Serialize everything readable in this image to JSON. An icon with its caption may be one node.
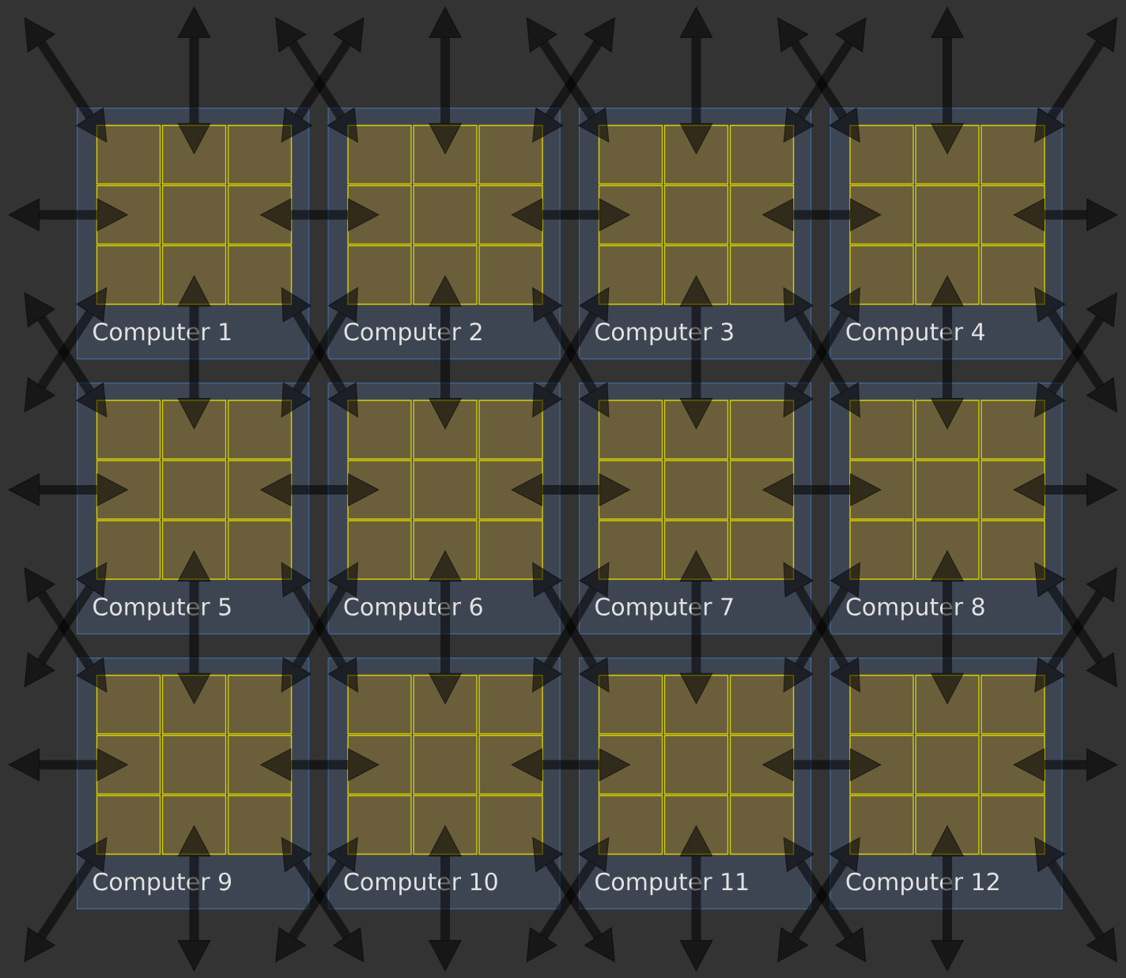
{
  "diagram": {
    "nodes": [
      {
        "text": [
          "Computer 1"
        ]
      },
      {
        "text": [],
        "shape": "box",
        "in": 0
      },
      {
        "text": [],
        "shape": "box",
        "in": 0
      },
      {
        "text": [],
        "shape": "box",
        "in": 0
      },
      {
        "text": [],
        "shape": "box",
        "in": 0
      },
      {
        "text": [],
        "shape": "box",
        "in": 0
      },
      {
        "text": [],
        "shape": "box",
        "in": 0
      },
      {
        "text": [],
        "shape": "box",
        "in": 0
      },
      {
        "text": [],
        "shape": "box",
        "in": 0
      },
      {
        "text": [],
        "shape": "box",
        "in": 0
      },
      {
        "text": [
          "Computer 2"
        ]
      },
      {
        "text": [],
        "shape": "box",
        "in": 10
      },
      {
        "text": [],
        "shape": "box",
        "in": 10
      },
      {
        "text": [],
        "shape": "box",
        "in": 10
      },
      {
        "text": [],
        "shape": "box",
        "in": 10
      },
      {
        "text": [],
        "shape": "box",
        "in": 10
      },
      {
        "text": [],
        "shape": "box",
        "in": 10
      },
      {
        "text": [],
        "shape": "box",
        "in": 10
      },
      {
        "text": [],
        "shape": "box",
        "in": 10
      },
      {
        "text": [],
        "shape": "box",
        "in": 10
      },
      {
        "text": [
          "Computer 3"
        ]
      },
      {
        "text": [],
        "shape": "box",
        "in": 20
      },
      {
        "text": [],
        "shape": "box",
        "in": 20
      },
      {
        "text": [],
        "shape": "box",
        "in": 20
      },
      {
        "text": [],
        "shape": "box",
        "in": 20
      },
      {
        "text": [],
        "shape": "box",
        "in": 20
      },
      {
        "text": [],
        "shape": "box",
        "in": 20
      },
      {
        "text": [],
        "shape": "box",
        "in": 20
      },
      {
        "text": [],
        "shape": "box",
        "in": 20
      },
      {
        "text": [],
        "shape": "box",
        "in": 20
      },
      {
        "text": [
          "Computer 4"
        ]
      },
      {
        "text": [],
        "shape": "box",
        "in": 30
      },
      {
        "text": [],
        "shape": "box",
        "in": 30
      },
      {
        "text": [],
        "shape": "box",
        "in": 30
      },
      {
        "text": [],
        "shape": "box",
        "in": 30
      },
      {
        "text": [],
        "shape": "box",
        "in": 30
      },
      {
        "text": [],
        "shape": "box",
        "in": 30
      },
      {
        "text": [],
        "shape": "box",
        "in": 30
      },
      {
        "text": [],
        "shape": "box",
        "in": 30
      },
      {
        "text": [],
        "shape": "box",
        "in": 30
      },
      {
        "text": [
          "Computer 5"
        ]
      },
      {
        "text": [],
        "shape": "box",
        "in": 40
      },
      {
        "text": [],
        "shape": "box",
        "in": 40
      },
      {
        "text": [],
        "shape": "box",
        "in": 40
      },
      {
        "text": [],
        "shape": "box",
        "in": 40
      },
      {
        "text": [],
        "shape": "box",
        "in": 40
      },
      {
        "text": [],
        "shape": "box",
        "in": 40
      },
      {
        "text": [],
        "shape": "box",
        "in": 40
      },
      {
        "text": [],
        "shape": "box",
        "in": 40
      },
      {
        "text": [],
        "shape": "box",
        "in": 40
      },
      {
        "text": [
          "Computer 6"
        ]
      },
      {
        "text": [],
        "shape": "box",
        "in": 50
      },
      {
        "text": [],
        "shape": "box",
        "in": 50
      },
      {
        "text": [],
        "shape": "box",
        "in": 50
      },
      {
        "text": [],
        "shape": "box",
        "in": 50
      },
      {
        "text": [],
        "shape": "box",
        "in": 50
      },
      {
        "text": [],
        "shape": "box",
        "in": 50
      },
      {
        "text": [],
        "shape": "box",
        "in": 50
      },
      {
        "text": [],
        "shape": "box",
        "in": 50
      },
      {
        "text": [],
        "shape": "box",
        "in": 50
      },
      {
        "text": [
          "Computer 7"
        ]
      },
      {
        "text": [],
        "shape": "box",
        "in": 60
      },
      {
        "text": [],
        "shape": "box",
        "in": 60
      },
      {
        "text": [],
        "shape": "box",
        "in": 60
      },
      {
        "text": [],
        "shape": "box",
        "in": 60
      },
      {
        "text": [],
        "shape": "box",
        "in": 60
      },
      {
        "text": [],
        "shape": "box",
        "in": 60
      },
      {
        "text": [],
        "shape": "box",
        "in": 60
      },
      {
        "text": [],
        "shape": "box",
        "in": 60
      },
      {
        "text": [],
        "shape": "box",
        "in": 60
      },
      {
        "text": [
          "Computer 8"
        ]
      },
      {
        "text": [],
        "shape": "box",
        "in": 70
      },
      {
        "text": [],
        "shape": "box",
        "in": 70
      },
      {
        "text": [],
        "shape": "box",
        "in": 70
      },
      {
        "text": [],
        "shape": "box",
        "in": 70
      },
      {
        "text": [],
        "shape": "box",
        "in": 70
      },
      {
        "text": [],
        "shape": "box",
        "in": 70
      },
      {
        "text": [],
        "shape": "box",
        "in": 70
      },
      {
        "text": [],
        "shape": "box",
        "in": 70
      },
      {
        "text": [],
        "shape": "box",
        "in": 70
      },
      {
        "text": [
          "Computer 9"
        ]
      },
      {
        "text": [],
        "shape": "box",
        "in": 80
      },
      {
        "text": [],
        "shape": "box",
        "in": 80
      },
      {
        "text": [],
        "shape": "box",
        "in": 80
      },
      {
        "text": [],
        "shape": "box",
        "in": 80
      },
      {
        "text": [],
        "shape": "box",
        "in": 80
      },
      {
        "text": [],
        "shape": "box",
        "in": 80
      },
      {
        "text": [],
        "shape": "box",
        "in": 80
      },
      {
        "text": [],
        "shape": "box",
        "in": 80
      },
      {
        "text": [],
        "shape": "box",
        "in": 80
      },
      {
        "text": [
          "Computer 10"
        ]
      },
      {
        "text": [],
        "shape": "box",
        "in": 90
      },
      {
        "text": [],
        "shape": "box",
        "in": 90
      },
      {
        "text": [],
        "shape": "box",
        "in": 90
      },
      {
        "text": [],
        "shape": "box",
        "in": 90
      },
      {
        "text": [],
        "shape": "box",
        "in": 90
      },
      {
        "text": [],
        "shape": "box",
        "in": 90
      },
      {
        "text": [],
        "shape": "box",
        "in": 90
      },
      {
        "text": [],
        "shape": "box",
        "in": 90
      },
      {
        "text": [],
        "shape": "box",
        "in": 90
      },
      {
        "text": [
          "Computer 11"
        ]
      },
      {
        "text": [],
        "shape": "box",
        "in": 100
      },
      {
        "text": [],
        "shape": "box",
        "in": 100
      },
      {
        "text": [],
        "shape": "box",
        "in": 100
      },
      {
        "text": [],
        "shape": "box",
        "in": 100
      },
      {
        "text": [],
        "shape": "box",
        "in": 100
      },
      {
        "text": [],
        "shape": "box",
        "in": 100
      },
      {
        "text": [],
        "shape": "box",
        "in": 100
      },
      {
        "text": [],
        "shape": "box",
        "in": 100
      },
      {
        "text": [],
        "shape": "box",
        "in": 100
      },
      {
        "text": [
          "Computer 12"
        ]
      },
      {
        "text": [],
        "shape": "box",
        "in": 110
      },
      {
        "text": [],
        "shape": "box",
        "in": 110
      },
      {
        "text": [],
        "shape": "box",
        "in": 110
      },
      {
        "text": [],
        "shape": "box",
        "in": 110
      },
      {
        "text": [],
        "shape": "box",
        "in": 110
      },
      {
        "text": [],
        "shape": "box",
        "in": 110
      },
      {
        "text": [],
        "shape": "box",
        "in": 110
      },
      {
        "text": [],
        "shape": "box",
        "in": 110
      },
      {
        "text": [],
        "shape": "box",
        "in": 110
      }
    ],
    "edges": [
      {
        "from": 1,
        "to": null,
        "arrow": "both"
      },
      {
        "from": 2,
        "to": null,
        "arrow": "both"
      },
      {
        "from": 3,
        "to": null,
        "arrow": "both"
      },
      {
        "from": 4,
        "to": null,
        "arrow": "both"
      },
      {
        "from": 6,
        "to": 14,
        "arrow": "both"
      },
      {
        "from": 7,
        "to": null,
        "arrow": "both"
      },
      {
        "from": 8,
        "to": 42,
        "arrow": "both"
      },
      {
        "from": 9,
        "to": 51,
        "arrow": "both"
      },
      {
        "from": 11,
        "to": null,
        "arrow": "both"
      },
      {
        "from": 12,
        "to": null,
        "arrow": "both"
      },
      {
        "from": 13,
        "to": null,
        "arrow": "both"
      },
      {
        "from": 16,
        "to": 24,
        "arrow": "both"
      },
      {
        "from": 17,
        "to": 43,
        "arrow": "both"
      },
      {
        "from": 18,
        "to": 52,
        "arrow": "both"
      },
      {
        "from": 19,
        "to": 61,
        "arrow": "both"
      },
      {
        "from": 21,
        "to": null,
        "arrow": "both"
      },
      {
        "from": 22,
        "to": null,
        "arrow": "both"
      },
      {
        "from": 23,
        "to": null,
        "arrow": "both"
      },
      {
        "from": 26,
        "to": 34,
        "arrow": "both"
      },
      {
        "from": 27,
        "to": 53,
        "arrow": "both"
      },
      {
        "from": 28,
        "to": 62,
        "arrow": "both"
      },
      {
        "from": 29,
        "to": 71,
        "arrow": "both"
      },
      {
        "from": 31,
        "to": null,
        "arrow": "both"
      },
      {
        "from": 32,
        "to": null,
        "arrow": "both"
      },
      {
        "from": 33,
        "to": null,
        "arrow": "both"
      },
      {
        "from": 36,
        "to": null,
        "arrow": "both"
      },
      {
        "from": 37,
        "to": 63,
        "arrow": "both"
      },
      {
        "from": 38,
        "to": 72,
        "arrow": "both"
      },
      {
        "from": 39,
        "to": null,
        "arrow": "both"
      },
      {
        "from": 41,
        "to": null,
        "arrow": "both"
      },
      {
        "from": 44,
        "to": null,
        "arrow": "both"
      },
      {
        "from": 46,
        "to": 54,
        "arrow": "both"
      },
      {
        "from": 47,
        "to": null,
        "arrow": "both"
      },
      {
        "from": 48,
        "to": 82,
        "arrow": "both"
      },
      {
        "from": 49,
        "to": 91,
        "arrow": "both"
      },
      {
        "from": 56,
        "to": 64,
        "arrow": "both"
      },
      {
        "from": 57,
        "to": 83,
        "arrow": "both"
      },
      {
        "from": 58,
        "to": 92,
        "arrow": "both"
      },
      {
        "from": 59,
        "to": 101,
        "arrow": "both"
      },
      {
        "from": 66,
        "to": 74,
        "arrow": "both"
      },
      {
        "from": 67,
        "to": 93,
        "arrow": "both"
      },
      {
        "from": 68,
        "to": 102,
        "arrow": "both"
      },
      {
        "from": 69,
        "to": 111,
        "arrow": "both"
      },
      {
        "from": 73,
        "to": null,
        "arrow": "both"
      },
      {
        "from": 76,
        "to": null,
        "arrow": "both"
      },
      {
        "from": 77,
        "to": 103,
        "arrow": "both"
      },
      {
        "from": 78,
        "to": 112,
        "arrow": "both"
      },
      {
        "from": 79,
        "to": null,
        "arrow": "both"
      },
      {
        "from": 81,
        "to": null,
        "arrow": "both"
      },
      {
        "from": 84,
        "to": null,
        "arrow": "both"
      },
      {
        "from": 86,
        "to": 94,
        "arrow": "both"
      },
      {
        "from": 87,
        "to": null,
        "arrow": "both"
      },
      {
        "from": 88,
        "to": null,
        "arrow": "both"
      },
      {
        "from": 89,
        "to": null,
        "arrow": "both"
      },
      {
        "from": 96,
        "to": 104,
        "arrow": "both"
      },
      {
        "from": 97,
        "to": null,
        "arrow": "both"
      },
      {
        "from": 98,
        "to": null,
        "arrow": "both"
      },
      {
        "from": 99,
        "to": null,
        "arrow": "both"
      },
      {
        "from": 106,
        "to": 114,
        "arrow": "both"
      },
      {
        "from": 107,
        "to": null,
        "arrow": "both"
      },
      {
        "from": 108,
        "to": null,
        "arrow": "both"
      },
      {
        "from": 109,
        "to": null,
        "arrow": "both"
      },
      {
        "from": 113,
        "to": null,
        "arrow": "both"
      },
      {
        "from": 116,
        "to": null,
        "arrow": "both"
      },
      {
        "from": 117,
        "to": null,
        "arrow": "both"
      },
      {
        "from": 118,
        "to": null,
        "arrow": "both"
      },
      {
        "from": 119,
        "to": null,
        "arrow": "both"
      }
    ]
  }
}
